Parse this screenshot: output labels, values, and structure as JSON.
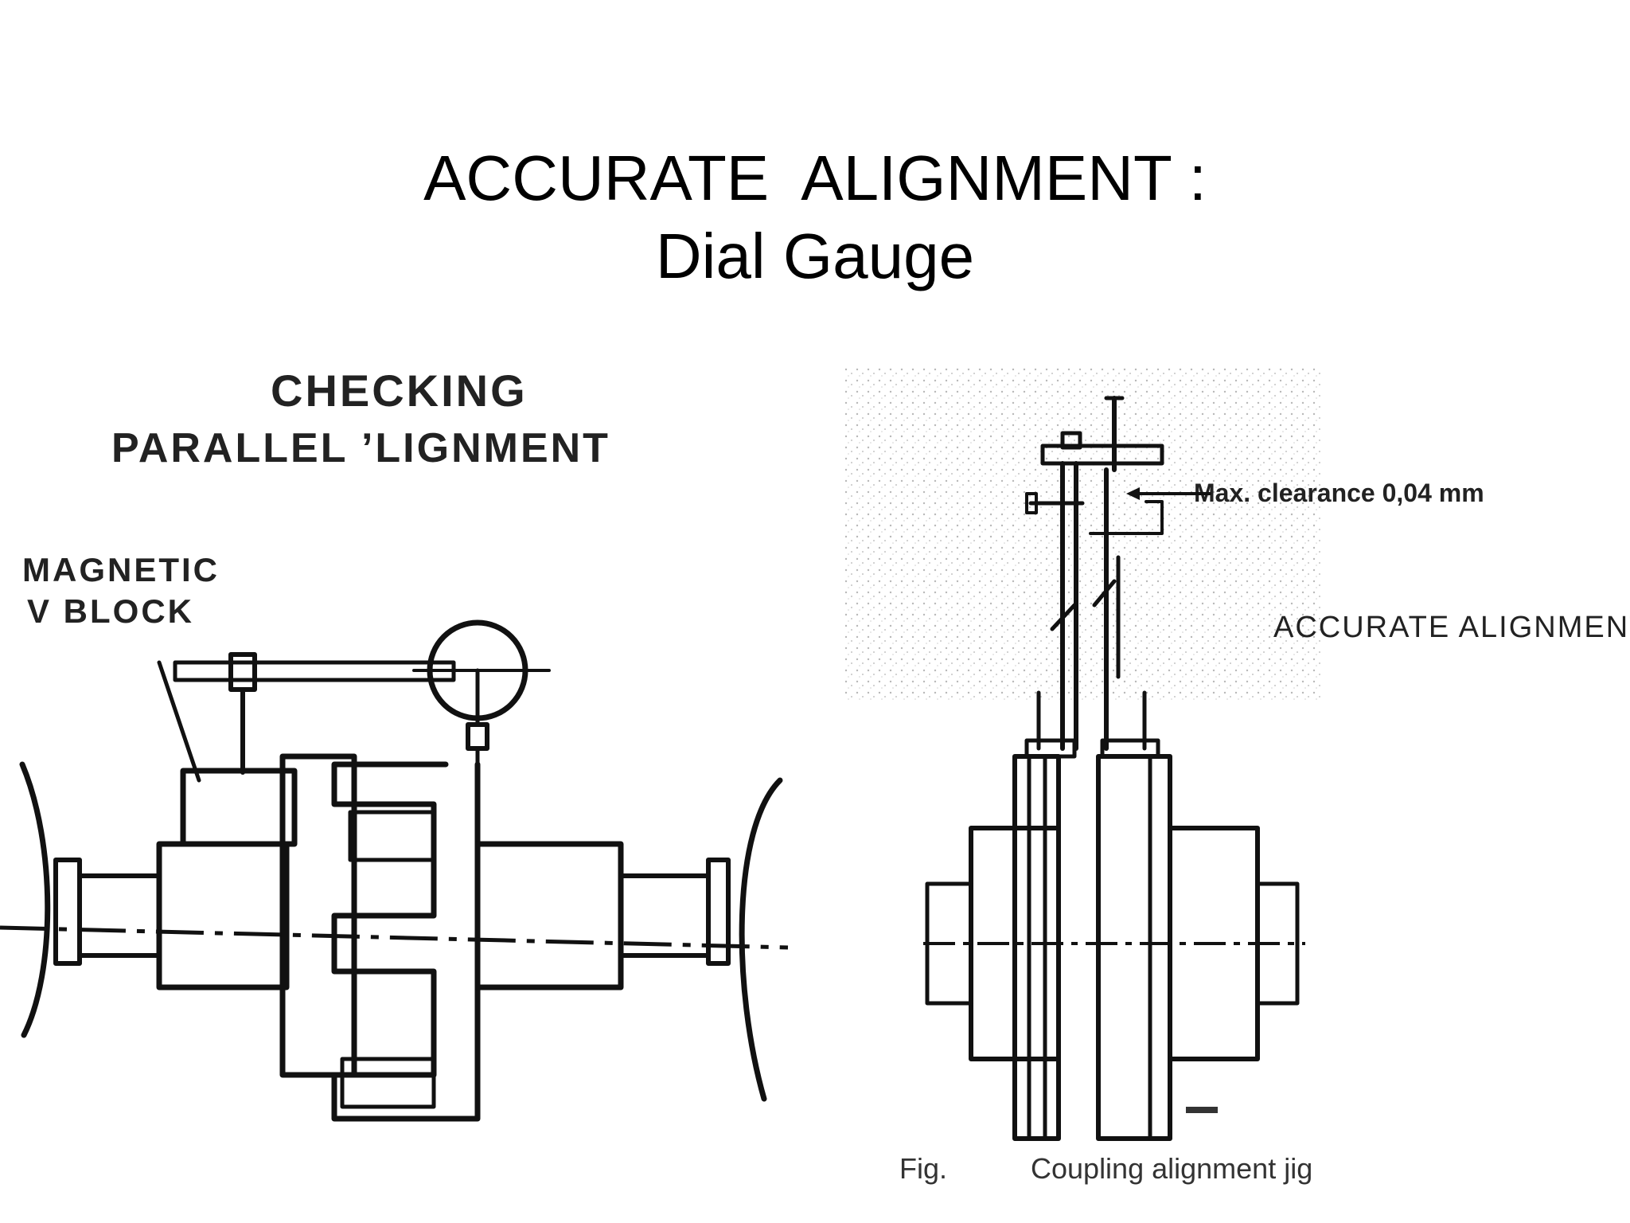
{
  "slide": {
    "title_line1": "ACCURATE  ALIGNMENT :",
    "title_line2": "Dial Gauge"
  },
  "left_figure": {
    "heading_line1": "CHECKING",
    "heading_line2": "PARALLEL ’LIGNMENT",
    "callout_line1": "MAGNETIC",
    "callout_line2": "V BLOCK"
  },
  "right_figure": {
    "clearance_label": "Max. clearance 0,04 mm",
    "alignment_label": "ACCURATE  ALIGNMENT.",
    "figure_prefix": "Fig.",
    "caption": "Coupling alignment jig"
  }
}
